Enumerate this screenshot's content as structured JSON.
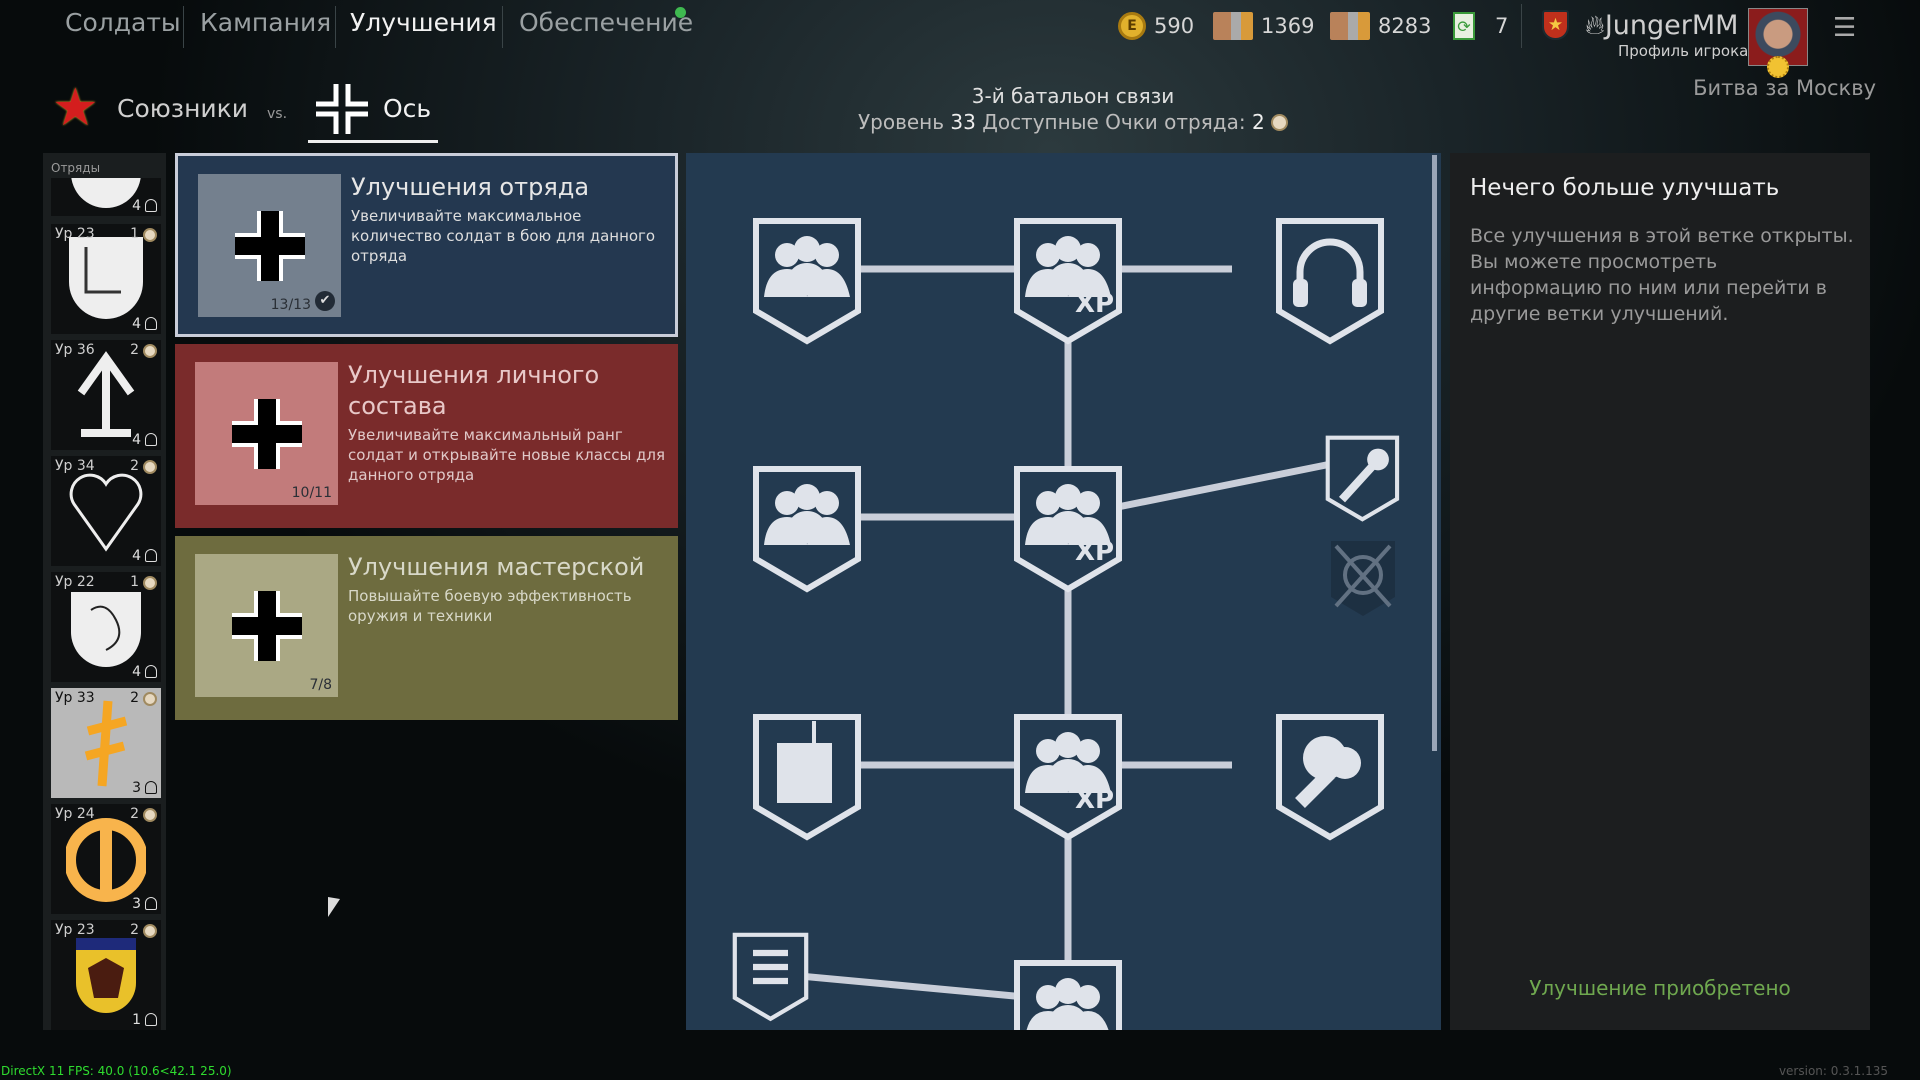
{
  "nav": {
    "tabs": [
      {
        "label": "Солдаты"
      },
      {
        "label": "Кампания"
      },
      {
        "label": "Улучшения",
        "active": true
      },
      {
        "label": "Обеспечение",
        "notification": true
      }
    ]
  },
  "currencies": [
    {
      "icon": "gold-coin-icon",
      "value": "590"
    },
    {
      "icon": "weapon-orders-icon",
      "value": "1369"
    },
    {
      "icon": "soldier-orders-icon",
      "value": "8283"
    },
    {
      "icon": "green-reset-icon",
      "value": "7"
    }
  ],
  "profile": {
    "name": "JungerMM",
    "subtitle": "Профиль игрока",
    "battle": "Битва за Москву"
  },
  "factions": {
    "allies": "Союзники",
    "vs": "vs.",
    "axis": "Ось"
  },
  "squad": {
    "title": "3-й батальон связи",
    "level_label": "Уровень",
    "level": "33",
    "points_label": "Доступные Очки отряда:",
    "points": "2"
  },
  "sidebar": {
    "label": "Отряды",
    "items": [
      {
        "level": "",
        "points": "",
        "count": "4"
      },
      {
        "level": "Ур 23",
        "points": "1",
        "count": "4"
      },
      {
        "level": "Ур 36",
        "points": "2",
        "count": "4"
      },
      {
        "level": "Ур 34",
        "points": "2",
        "count": "4"
      },
      {
        "level": "Ур 22",
        "points": "1",
        "count": "4"
      },
      {
        "level": "Ур 33",
        "points": "2",
        "count": "3",
        "selected": true
      },
      {
        "level": "Ур 24",
        "points": "2",
        "count": "3"
      },
      {
        "level": "Ур 23",
        "points": "2",
        "count": "1"
      }
    ]
  },
  "cards": [
    {
      "title": "Улучшения отряда",
      "desc": "Увеличивайте максимальное количество солдат в бою для данного отряда",
      "progress": "13/13",
      "color": "#243850"
    },
    {
      "title": "Улучшения личного состава",
      "desc": "Увеличивайте максимальный ранг солдат и открывайте новые классы для данного отряда",
      "progress": "10/11",
      "color": "#7a2b2b"
    },
    {
      "title": "Улучшения мастерской",
      "desc": "Повышайте боевую эффективность оружия и техники",
      "progress": "7/8",
      "color": "#6e6c3f"
    }
  ],
  "details": {
    "title": "Нечего больше улучшать",
    "text": "Все улучшения в этой ветке открыты. Вы можете просмотреть информацию по ним или перейти в другие ветки улучшений.",
    "status": "Улучшение приобретено"
  },
  "tree": {
    "xp_label": "XP"
  },
  "debug": {
    "fps": "DirectX 11 FPS: 40.0 (10.6<42.1 25.0)",
    "version": "version: 0.3.1.135"
  }
}
